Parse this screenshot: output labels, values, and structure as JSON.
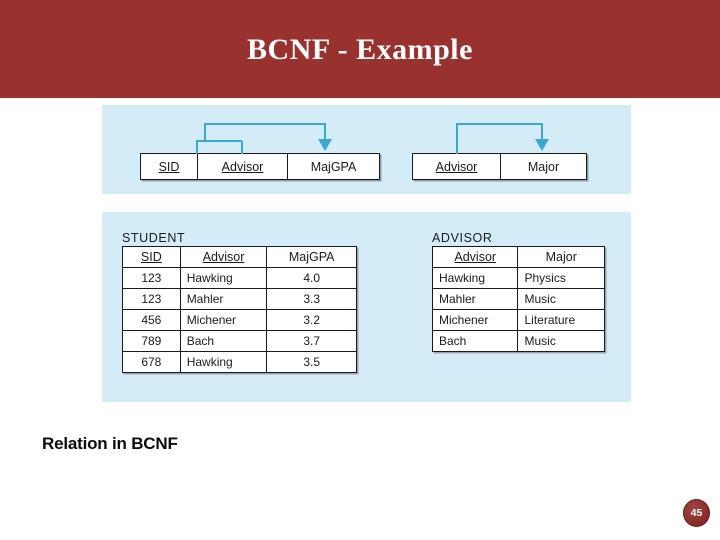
{
  "slide": {
    "title": "BCNF - Example",
    "header_color": "#99312f",
    "panel_color": "#d4ecf8",
    "arrow_color": "#39a9d4",
    "caption": "Relation in BCNF",
    "page_number": "45"
  },
  "schema_diagram": {
    "relations": [
      {
        "name": "student-schema",
        "attributes": [
          {
            "label": "SID",
            "key": true
          },
          {
            "label": "Advisor",
            "key": true
          },
          {
            "label": "MajGPA",
            "key": false
          }
        ],
        "dependency": {
          "determinant": [
            "SID",
            "Advisor"
          ],
          "dependent": "MajGPA",
          "icon": "fd-arrow-icon"
        }
      },
      {
        "name": "advisor-schema",
        "attributes": [
          {
            "label": "Advisor",
            "key": true
          },
          {
            "label": "Major",
            "key": false
          }
        ],
        "dependency": {
          "determinant": [
            "Advisor"
          ],
          "dependent": "Major",
          "icon": "fd-arrow-icon"
        }
      }
    ]
  },
  "tables": [
    {
      "name": "STUDENT",
      "columns": [
        {
          "label": "SID",
          "key": true,
          "align": "center"
        },
        {
          "label": "Advisor",
          "key": true,
          "align": "left"
        },
        {
          "label": "MajGPA",
          "key": false,
          "align": "center"
        }
      ],
      "rows": [
        [
          "123",
          "Hawking",
          "4.0"
        ],
        [
          "123",
          "Mahler",
          "3.3"
        ],
        [
          "456",
          "Michener",
          "3.2"
        ],
        [
          "789",
          "Bach",
          "3.7"
        ],
        [
          "678",
          "Hawking",
          "3.5"
        ]
      ]
    },
    {
      "name": "ADVISOR",
      "columns": [
        {
          "label": "Advisor",
          "key": true,
          "align": "left"
        },
        {
          "label": "Major",
          "key": false,
          "align": "left"
        }
      ],
      "rows": [
        [
          "Hawking",
          "Physics"
        ],
        [
          "Mahler",
          "Music"
        ],
        [
          "Michener",
          "Literature"
        ],
        [
          "Bach",
          "Music"
        ]
      ]
    }
  ]
}
